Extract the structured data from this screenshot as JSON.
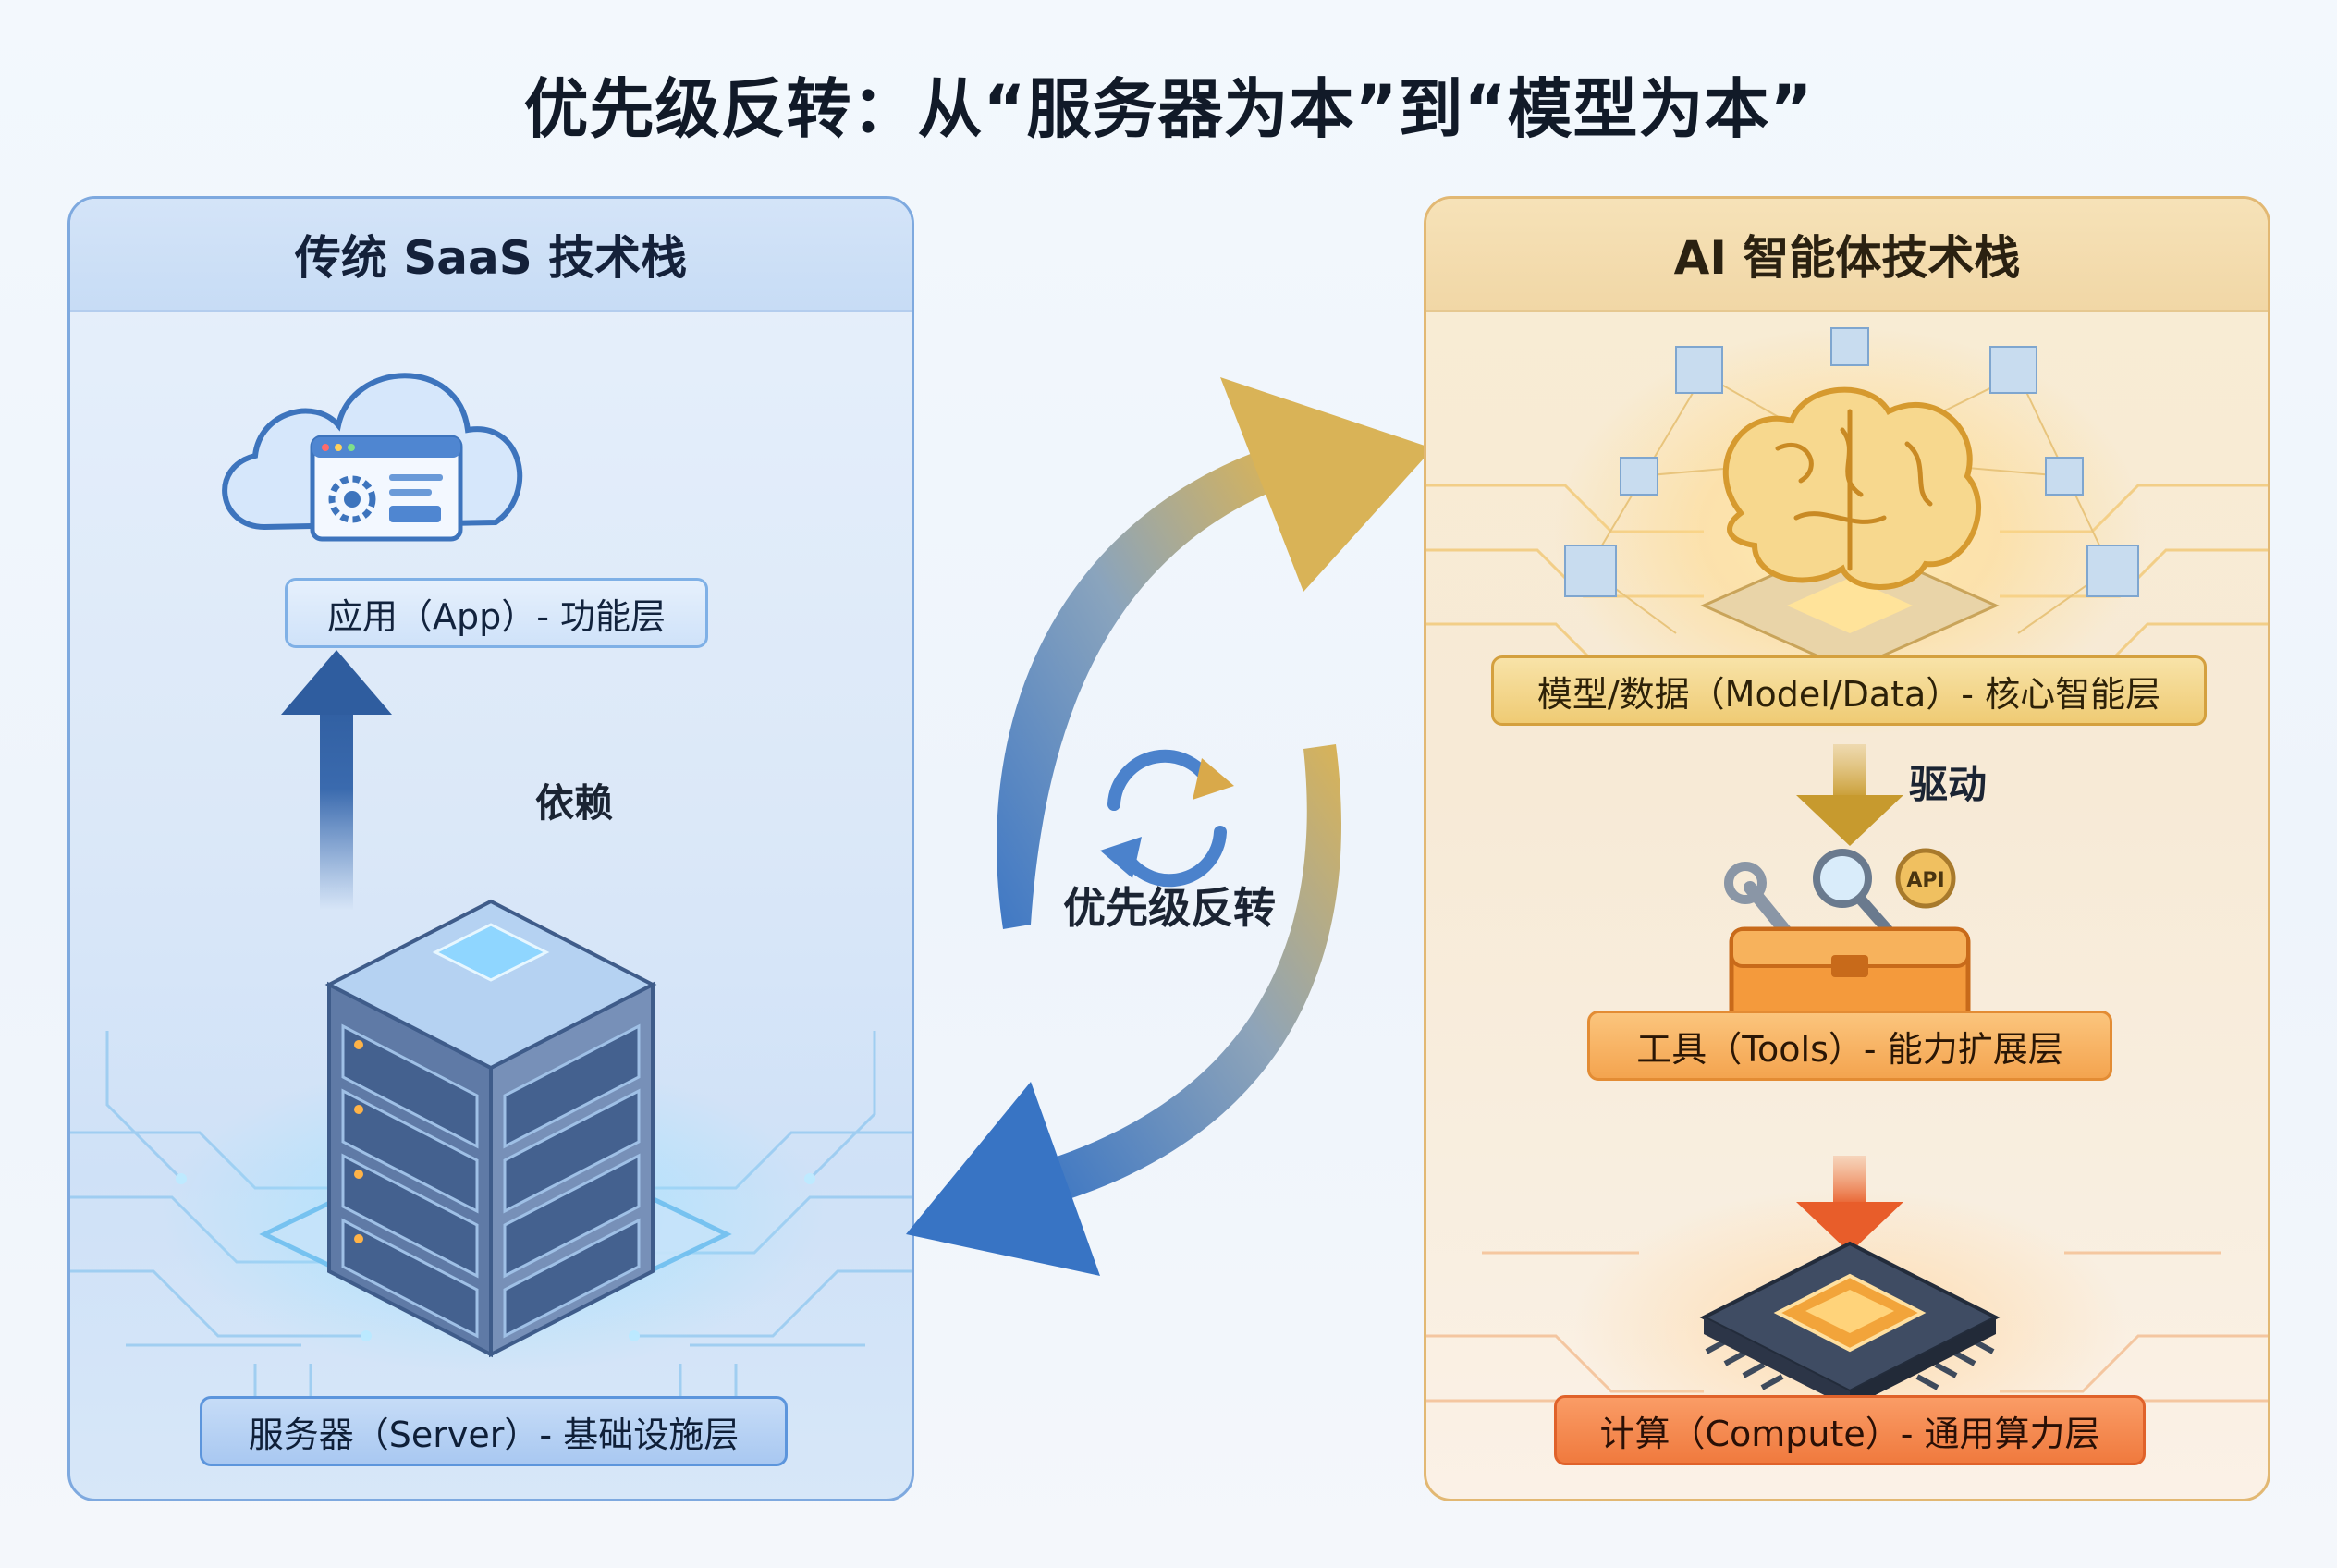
{
  "title": "优先级反转：从“服务器为本”到“模型为本”",
  "left_panel": {
    "header": "传统 SaaS 技术栈",
    "app_label": "应用（App）- 功能层",
    "dependency_label": "依赖",
    "server_label": "服务器（Server）- 基础设施层",
    "icons": [
      "cloud-app-icon",
      "server-stack-icon"
    ],
    "colors": {
      "accent": "#5c95dc",
      "border": "#7ea9df"
    }
  },
  "center": {
    "label": "优先级反转",
    "icons": [
      "cycle-arrows-icon"
    ]
  },
  "right_panel": {
    "header": "AI 智能体技术栈",
    "model_label": "模型/数据（Model/Data）- 核心智能层",
    "drive_label": "驱动",
    "tools_label": "工具（Tools）- 能力扩展层",
    "compute_label": "计算（Compute）- 通用算力层",
    "api_badge": "API",
    "icons": [
      "brain-icon",
      "toolbox-icon",
      "chip-icon"
    ],
    "colors": {
      "accent": "#d4a03e",
      "tools": "#f4a44f",
      "compute": "#f07a3e"
    }
  }
}
